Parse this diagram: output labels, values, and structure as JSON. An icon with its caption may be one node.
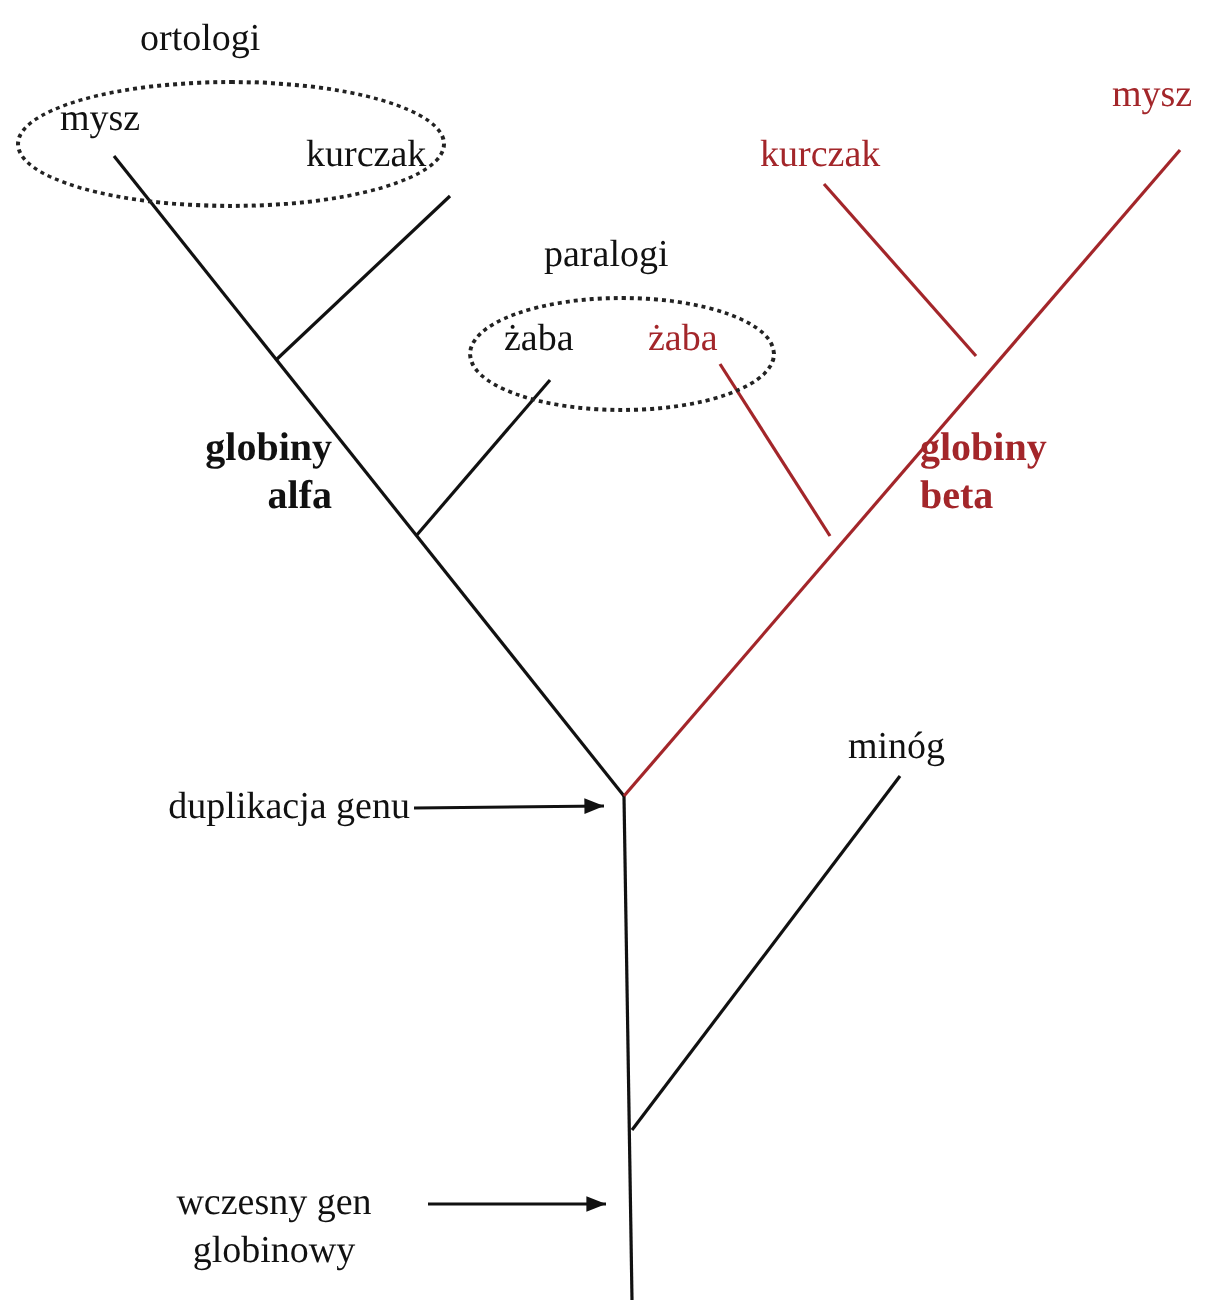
{
  "diagram": {
    "nodes": [
      {
        "text": [
          "ortologi"
        ]
      },
      {
        "text": [
          "mysz"
        ],
        "in": 0
      },
      {
        "text": [
          "kurczak"
        ],
        "in": 0
      },
      {
        "text": [
          "paralogi"
        ]
      },
      {
        "text": [
          "żaba"
        ],
        "in": 3
      },
      {
        "text": [
          "żaba"
        ],
        "in": 3
      },
      {
        "text": [
          "kurczak"
        ]
      },
      {
        "text": [
          "mysz"
        ]
      },
      {
        "text": [
          "minóg"
        ]
      },
      {
        "text": [
          "duplikacja genu"
        ]
      },
      {
        "text": [
          "wczesny gen globinowy"
        ]
      }
    ],
    "edges": [
      {
        "from": 9,
        "to": null,
        "arrow": "to"
      },
      {
        "from": 10,
        "to": null,
        "arrow": "to"
      }
    ],
    "labels": [
      "globiny alfa",
      "globiny beta"
    ]
  }
}
